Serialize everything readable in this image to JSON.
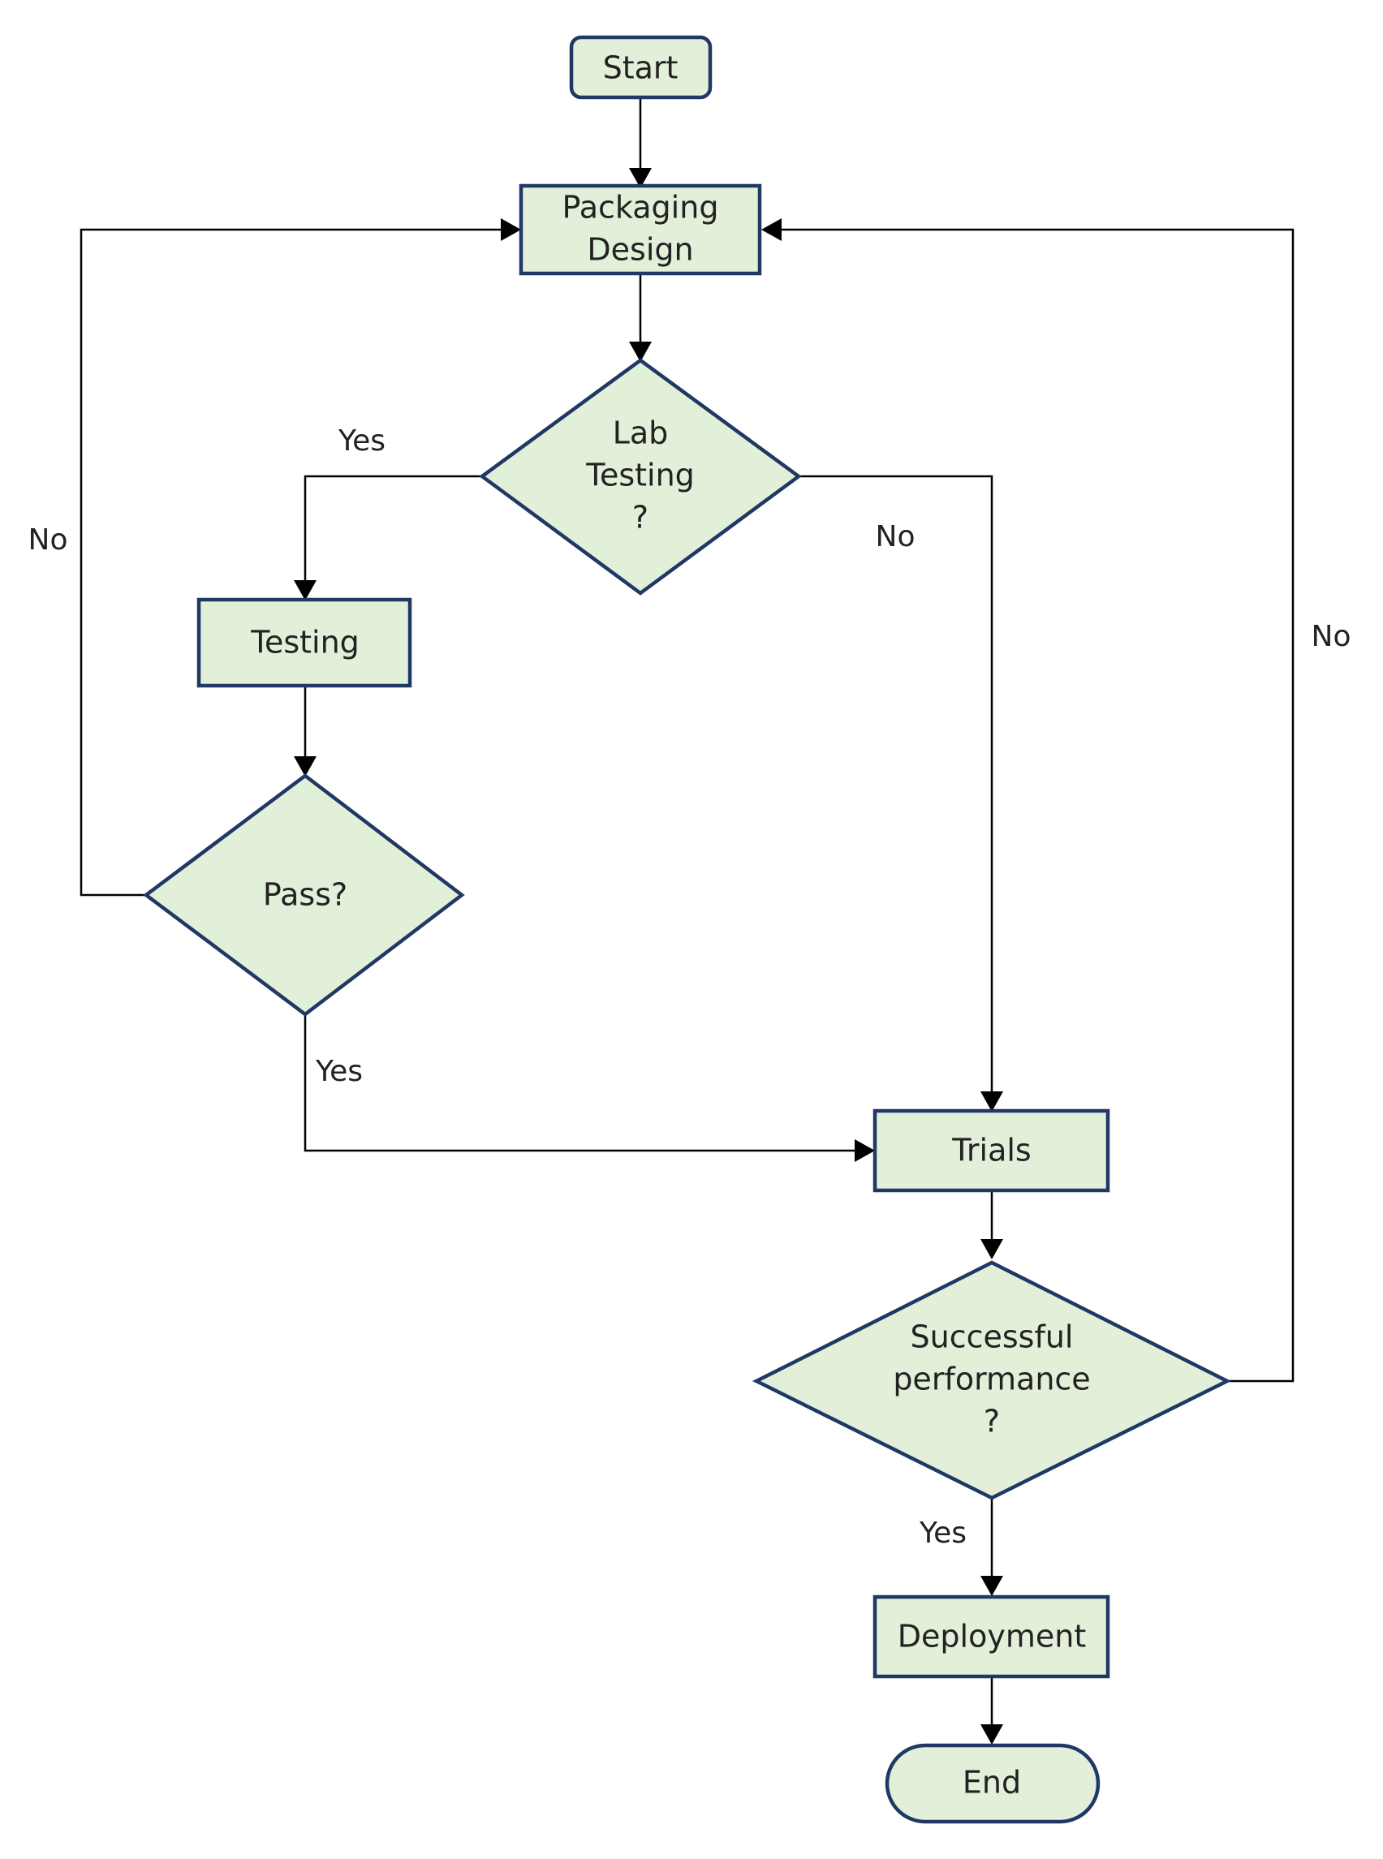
{
  "nodes": {
    "start": "Start",
    "packaging_design": [
      "Packaging",
      "Design"
    ],
    "lab_testing": [
      "Lab",
      "Testing",
      "?"
    ],
    "testing": "Testing",
    "pass": "Pass?",
    "trials": "Trials",
    "successful_performance": [
      "Successful",
      "performance",
      "?"
    ],
    "deployment": "Deployment",
    "end": "End"
  },
  "edge_labels": {
    "lab_testing_yes": "Yes",
    "lab_testing_no": "No",
    "pass_no": "No",
    "pass_yes": "Yes",
    "success_no": "No",
    "success_yes": "Yes"
  }
}
